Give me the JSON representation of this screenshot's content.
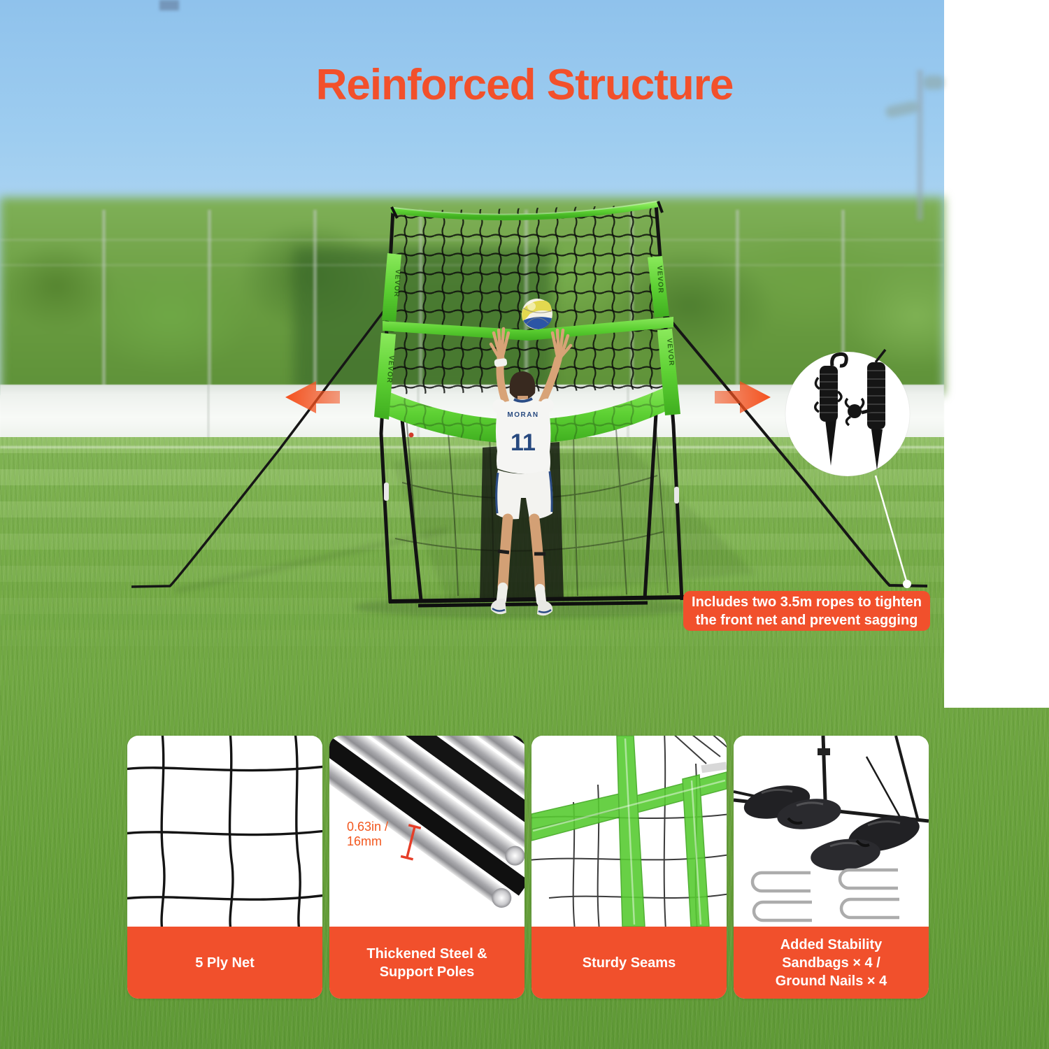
{
  "title": "Reinforced Structure",
  "brand": {
    "name": "VEVOR"
  },
  "hero": {
    "callout": "Includes two 3.5m ropes to tighten\nthe front net and prevent sagging",
    "jersey_name": "MORAN",
    "jersey_number": "11"
  },
  "cards": [
    {
      "label": "5 Ply Net"
    },
    {
      "label": "Thickened Steel &\nSupport Poles",
      "note": "0.63in /\n16mm"
    },
    {
      "label": "Sturdy Seams"
    },
    {
      "label": "Added Stability\nSandbags × 4 /\nGround Nails × 4"
    }
  ],
  "colors": {
    "accent": "#F1502C",
    "net_green": "#5ED134",
    "sky": "#9ECDF0",
    "grass": "#6FA641"
  }
}
